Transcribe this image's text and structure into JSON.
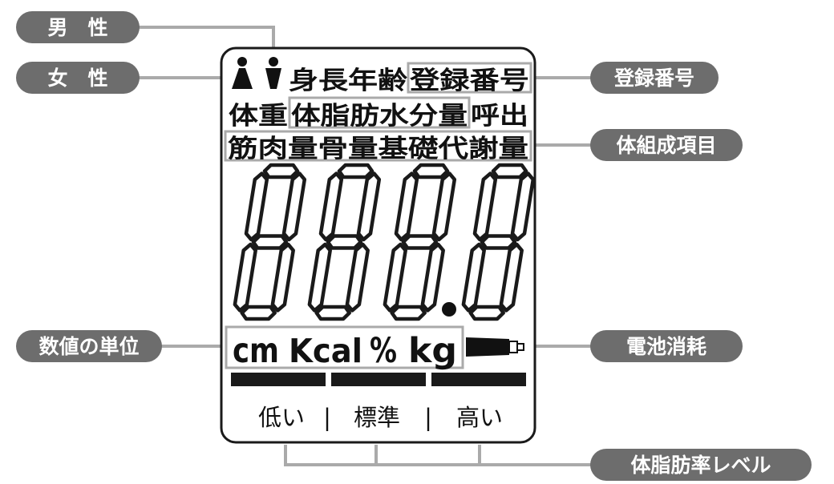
{
  "callouts": {
    "male": "男　性",
    "female": "女　性",
    "registration_number": "登録番号",
    "body_composition_items": "体組成項目",
    "numeric_unit": "数値の単位",
    "battery_consumption": "電池消耗",
    "body_fat_level": "体脂肪率レベル"
  },
  "lcd": {
    "row1": {
      "height_age": "身長年齢",
      "registration": "登録番号"
    },
    "row2": {
      "weight": "体重",
      "body_fat_water": "体脂肪水分量",
      "recall": "呼出"
    },
    "row3": "筋肉量骨量基礎代謝量",
    "digits": "888.8",
    "units": {
      "cm": "cm",
      "kcal": "Kcal",
      "percent": "%",
      "kg": "kg"
    },
    "levels": {
      "low": "低い",
      "sep1": "|",
      "standard": "標準",
      "sep2": "|",
      "high": "高い"
    }
  },
  "icons": [
    "female-icon",
    "male-icon",
    "battery-icon",
    "segment-digit-icon"
  ],
  "colors": {
    "pill": "#6d6d6d",
    "connector": "#aaaaaa",
    "lcd_ink": "#111111"
  }
}
